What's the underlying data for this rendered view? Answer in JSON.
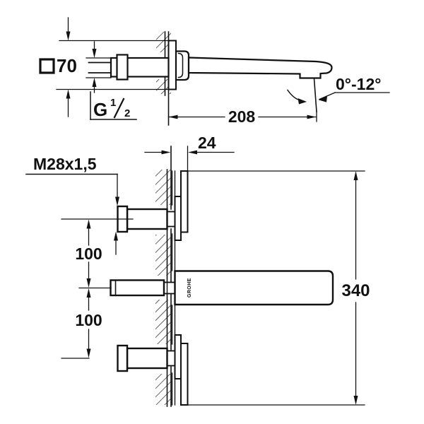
{
  "drawing": {
    "background_color": "#ffffff",
    "line_color": "#111111",
    "top_view": {
      "square_symbol_icon": "square-outline",
      "square_size": "70",
      "thread": {
        "letter": "G",
        "numerator": "1",
        "denominator": "2"
      },
      "spout_length": "208",
      "aerator_angle": "0°-12°"
    },
    "bottom_view": {
      "thread_spec": "M28x1,5",
      "mounting_depth": "24",
      "spacing_top": "100",
      "spacing_bottom": "100",
      "overall_height": "340",
      "brand": "GROHE"
    }
  }
}
